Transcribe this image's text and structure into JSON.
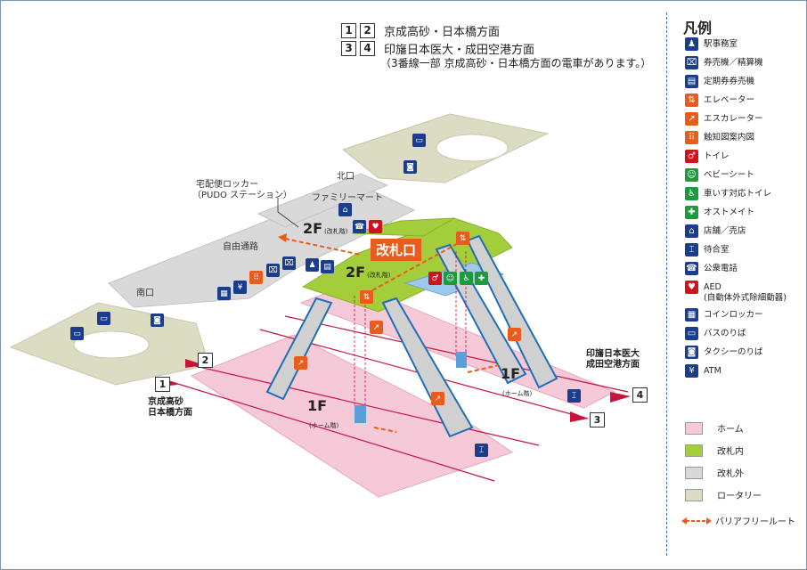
{
  "routes": [
    {
      "nums": [
        "1",
        "2"
      ],
      "text": "京成高砂・日本橋方面"
    },
    {
      "nums": [
        "3",
        "4"
      ],
      "text": "印旛日本医大・成田空港方面"
    }
  ],
  "route_note": "（3番線一部 京成高砂・日本橋方面の電車があります。）",
  "labels": {
    "pudo": "宅配便ロッカー",
    "pudo_sub": "（PUDO ステーション）",
    "north_exit": "北口",
    "south_exit": "南口",
    "familymart": "ファミリーマート",
    "free_passage": "自由通路",
    "ticket_gate": "改札口"
  },
  "floors": {
    "f2": "2F",
    "f2_sub": "(改札階)",
    "f1": "1F",
    "f1_sub": "(ホーム階)"
  },
  "platforms": [
    "1",
    "2",
    "3",
    "4"
  ],
  "directions": {
    "left_line1": "京成高砂",
    "left_line2": "日本橋方面",
    "right_line1": "印旛日本医大",
    "right_line2": "成田空港方面"
  },
  "legend": {
    "title": "凡例",
    "items": [
      {
        "icon": "station-office-icon",
        "color": "#1a3e8c",
        "glyph": "♟",
        "label": "駅事務室"
      },
      {
        "icon": "ticket-machine-icon",
        "color": "#1a3e8c",
        "glyph": "⌧",
        "label": "券売機／精算機"
      },
      {
        "icon": "commuter-pass-icon",
        "color": "#1a3e8c",
        "glyph": "▤",
        "label": "定期券券売機"
      },
      {
        "icon": "elevator-icon",
        "color": "#e95c1b",
        "glyph": "⇅",
        "label": "エレベーター"
      },
      {
        "icon": "escalator-icon",
        "color": "#e95c1b",
        "glyph": "↗",
        "label": "エスカレーター"
      },
      {
        "icon": "tactile-map-icon",
        "color": "#e95c1b",
        "glyph": "⠿",
        "label": "触知図案内図"
      },
      {
        "icon": "toilet-icon",
        "color": "#d0121b",
        "glyph": "♂",
        "label": "トイレ"
      },
      {
        "icon": "baby-seat-icon",
        "color": "#1e9a3c",
        "glyph": "☺",
        "label": "ベビーシート"
      },
      {
        "icon": "wheelchair-toilet-icon",
        "color": "#1e9a3c",
        "glyph": "♿",
        "label": "車いす対応トイレ"
      },
      {
        "icon": "ostomate-icon",
        "color": "#1e9a3c",
        "glyph": "✚",
        "label": "オストメイト"
      },
      {
        "icon": "shop-icon",
        "color": "#1a3e8c",
        "glyph": "⌂",
        "label": "店舗／売店"
      },
      {
        "icon": "waiting-room-icon",
        "color": "#1a3e8c",
        "glyph": "⌶",
        "label": "待合室"
      },
      {
        "icon": "public-phone-icon",
        "color": "#1a3e8c",
        "glyph": "☎",
        "label": "公衆電話"
      },
      {
        "icon": "aed-icon",
        "color": "#d0121b",
        "glyph": "♥",
        "label": "AED",
        "label2": "(自動体外式除細動器)"
      },
      {
        "icon": "coin-locker-icon",
        "color": "#1a3e8c",
        "glyph": "▦",
        "label": "コインロッカー"
      },
      {
        "icon": "bus-stop-icon",
        "color": "#1a3e8c",
        "glyph": "▭",
        "label": "バスのりば"
      },
      {
        "icon": "taxi-stand-icon",
        "color": "#1a3e8c",
        "glyph": "◙",
        "label": "タクシーのりば"
      },
      {
        "icon": "atm-icon",
        "color": "#1a3e8c",
        "glyph": "¥",
        "label": "ATM"
      }
    ],
    "swatches": [
      {
        "color": "#f6c9d8",
        "label": "ホーム"
      },
      {
        "color": "#a3cd3b",
        "label": "改札内"
      },
      {
        "color": "#d9d9d9",
        "label": "改札外"
      },
      {
        "color": "#dcdcc2",
        "label": "ロータリー"
      }
    ],
    "barrier_free": "バリアフリールート"
  },
  "colors": {
    "platform": "#f6c9d8",
    "inside_gate": "#a3cd3b",
    "outside_gate": "#d9d9d9",
    "rotary": "#dcdcc2",
    "track": "#c8143c",
    "stair": "#1f6fb8",
    "gate_label": "#e95c1b"
  }
}
